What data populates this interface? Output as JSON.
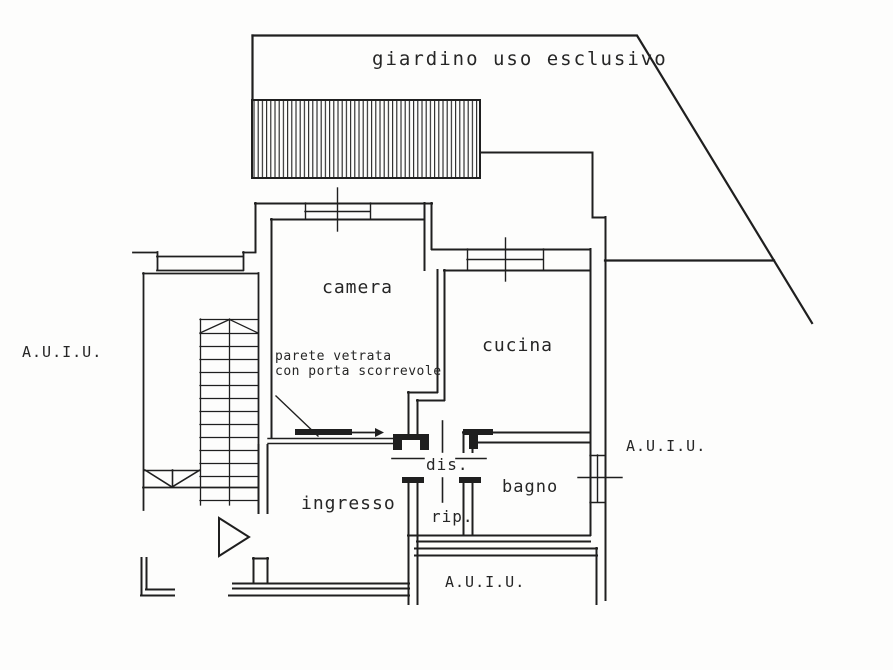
{
  "plan": {
    "background_color": "#fdfdfc",
    "line_color": "#1f1f1f",
    "labels": {
      "garden": "giardino uso esclusivo",
      "bedroom": "camera",
      "kitchen": "cucina",
      "entrance": "ingresso",
      "hallway": "dis.",
      "storage": "rip.",
      "bathroom": "bagno",
      "glass_wall_line1": "parete vetrata",
      "glass_wall_line2": "con porta scorrevole",
      "adjacent_unit_left": "A.U.I.U.",
      "adjacent_unit_right": "A.U.I.U.",
      "adjacent_unit_bottom": "A.U.I.U."
    }
  }
}
